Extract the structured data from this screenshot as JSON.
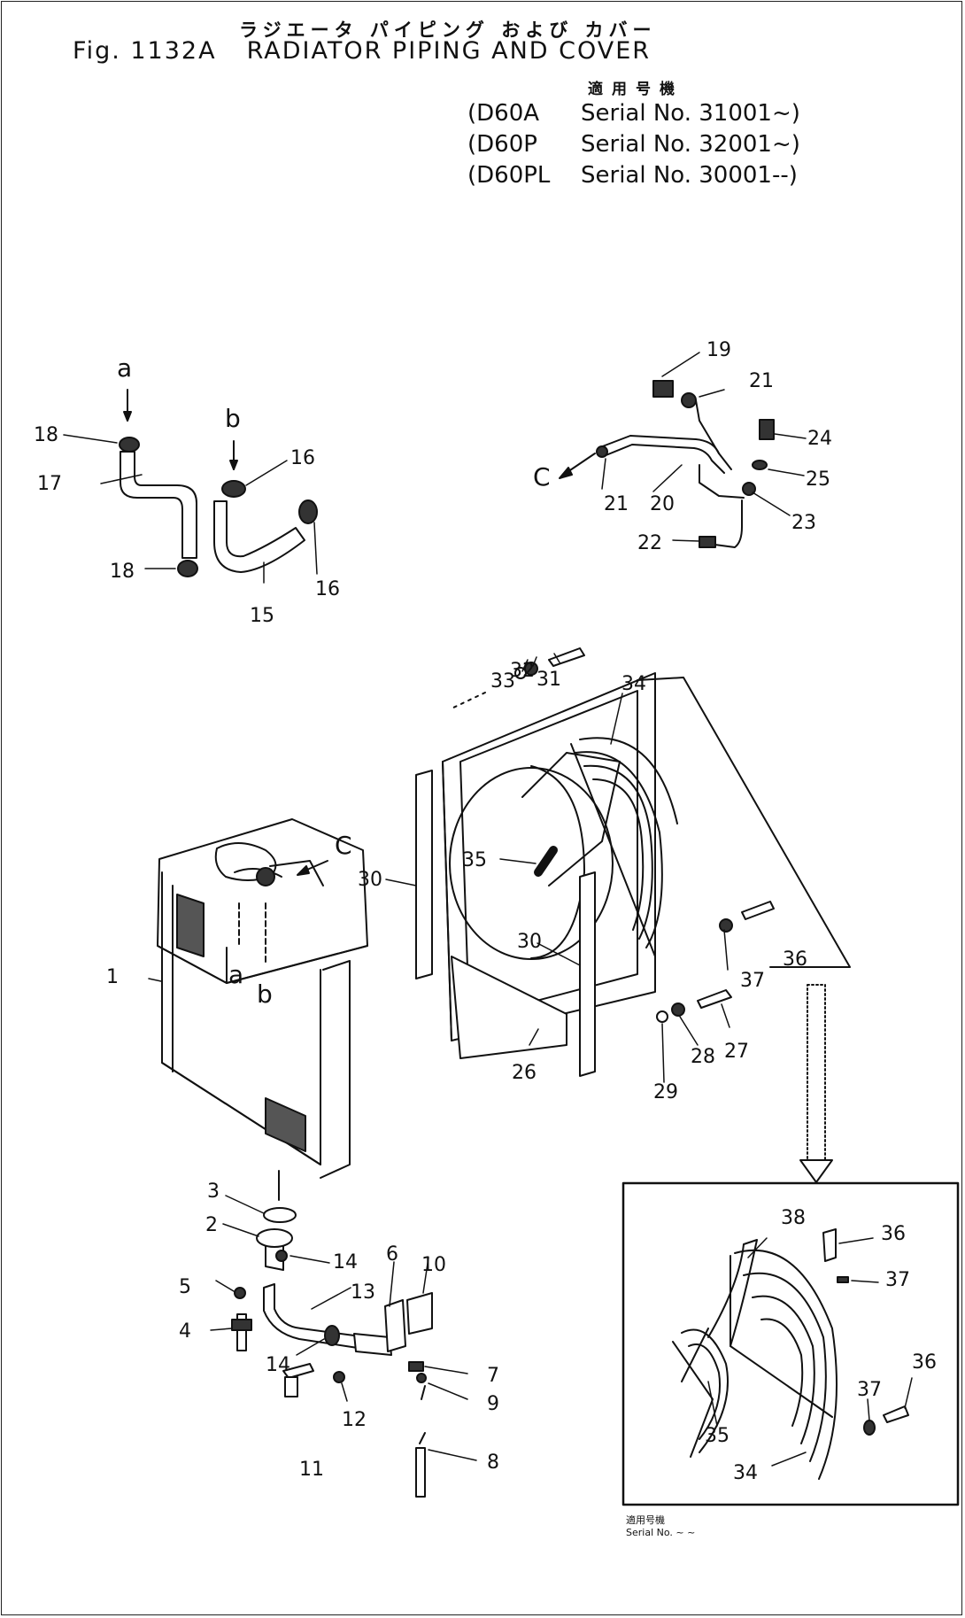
{
  "header": {
    "title_jp": "ラジエータ パイピング および カバー",
    "fig_no": "Fig. 1132A",
    "title_en": "RADIATOR PIPING AND COVER"
  },
  "applicability": {
    "heading_jp": "適用号機",
    "rows": [
      {
        "model": "(D60A",
        "serial": "Serial No. 31001~)"
      },
      {
        "model": "(D60P",
        "serial": "Serial No. 32001~)"
      },
      {
        "model": "(D60PL",
        "serial": "Serial No. 30001--)"
      }
    ]
  },
  "inset_footnote": {
    "line1": "適用号機",
    "line2": "Serial No.   ~   ~"
  },
  "callouts": {
    "p1": "1",
    "p2": "2",
    "p3": "3",
    "p4": "4",
    "p5": "5",
    "p6": "6",
    "p7": "7",
    "p8": "8",
    "p9": "9",
    "p10": "10",
    "p11": "11",
    "p12": "12",
    "p13": "13",
    "p14a": "14",
    "p14b": "14",
    "p15": "15",
    "p16a": "16",
    "p16b": "16",
    "p17": "17",
    "p18a": "18",
    "p18b": "18",
    "p19": "19",
    "p20": "20",
    "p21a": "21",
    "p21b": "21",
    "p22": "22",
    "p23": "23",
    "p24": "24",
    "p25": "25",
    "p26": "26",
    "p27": "27",
    "p28": "28",
    "p29": "29",
    "p30a": "30",
    "p30b": "30",
    "p31": "31",
    "p32": "32",
    "p33": "33",
    "p34a": "34",
    "p34b": "34",
    "p35a": "35",
    "p35b": "35",
    "p36a": "36",
    "p36b": "36",
    "p36c": "36",
    "p37a": "37",
    "p37b": "37",
    "p37c": "37",
    "p38": "38"
  },
  "connection_marks": {
    "a_top": "a",
    "b_top": "b",
    "c_pipe": "C",
    "c_radiator": "C",
    "a_radiator": "a",
    "b_radiator": "b"
  }
}
